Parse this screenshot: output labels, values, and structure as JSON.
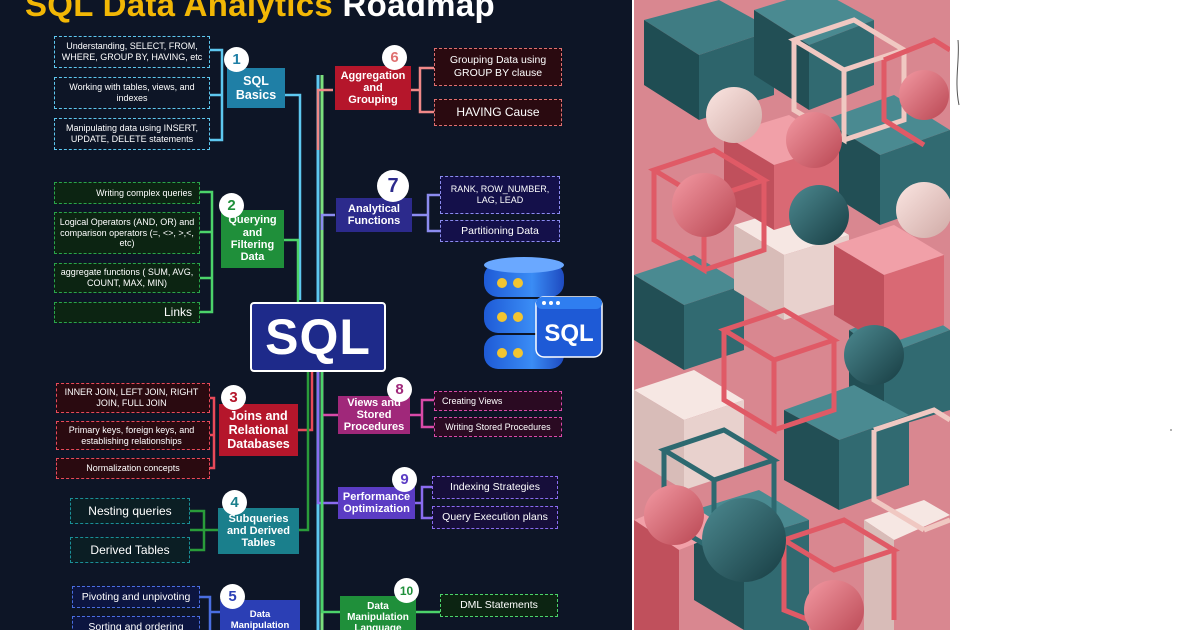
{
  "title": {
    "part1": "SQL Data Analytics",
    "part2": "Roadmap"
  },
  "center": "SQL",
  "db_badge": "SQL",
  "colors": {
    "background": "#0d1526",
    "title_yellow": "#f2b705",
    "blue": "#2a8bb0",
    "green": "#1f8f3a",
    "red": "#b5162b",
    "teal": "#1a7f8c",
    "darkblue": "#2b3fb5",
    "salmon": "#e08080",
    "purple": "#2c2a8c",
    "magenta": "#a0287a",
    "violet": "#5b3cc4",
    "lime": "#2aa54a"
  },
  "topics": [
    {
      "number": "1",
      "label": "SQL Basics",
      "subtopics": [
        "Understanding, SELECT, FROM, WHERE, GROUP BY, HAVING, etc",
        "Working with tables, views, and indexes",
        "Manipulating data using INSERT, UPDATE, DELETE statements"
      ]
    },
    {
      "number": "2",
      "label": "Querying and Filtering Data",
      "subtopics": [
        "Writing complex queries",
        "Logical Operators (AND, OR) and comparison operators (=, <>, >,<, etc)",
        "aggregate functions ( SUM, AVG, COUNT, MAX, MIN)",
        "Links"
      ]
    },
    {
      "number": "3",
      "label": "Joins and Relational Databases",
      "subtopics": [
        "INNER JOIN, LEFT JOIN, RIGHT JOIN, FULL JOIN",
        "Primary keys, foreign keys, and establishing relationships",
        "Normalization concepts"
      ]
    },
    {
      "number": "4",
      "label": "Subqueries and Derived Tables",
      "subtopics": [
        "Nesting queries",
        "Derived Tables"
      ]
    },
    {
      "number": "5",
      "label": "Data Manipulation and",
      "subtopics": [
        "Pivoting and unpivoting",
        "Sorting and ordering"
      ]
    },
    {
      "number": "6",
      "label": "Aggregation and Grouping",
      "subtopics": [
        "Grouping Data using GROUP BY clause",
        "HAVING Cause"
      ]
    },
    {
      "number": "7",
      "label": "Analytical Functions",
      "subtopics": [
        "RANK, ROW_NUMBER, LAG, LEAD",
        "Partitioning Data"
      ]
    },
    {
      "number": "8",
      "label": "Views and Stored Procedures",
      "subtopics": [
        "Creating Views",
        "Writing Stored Procedures"
      ]
    },
    {
      "number": "9",
      "label": "Performance Optimization",
      "subtopics": [
        "Indexing Strategies",
        "Query Execution plans"
      ]
    },
    {
      "number": "10",
      "label": "Data Manipulation Language",
      "subtopics": [
        "DML Statements"
      ]
    }
  ]
}
